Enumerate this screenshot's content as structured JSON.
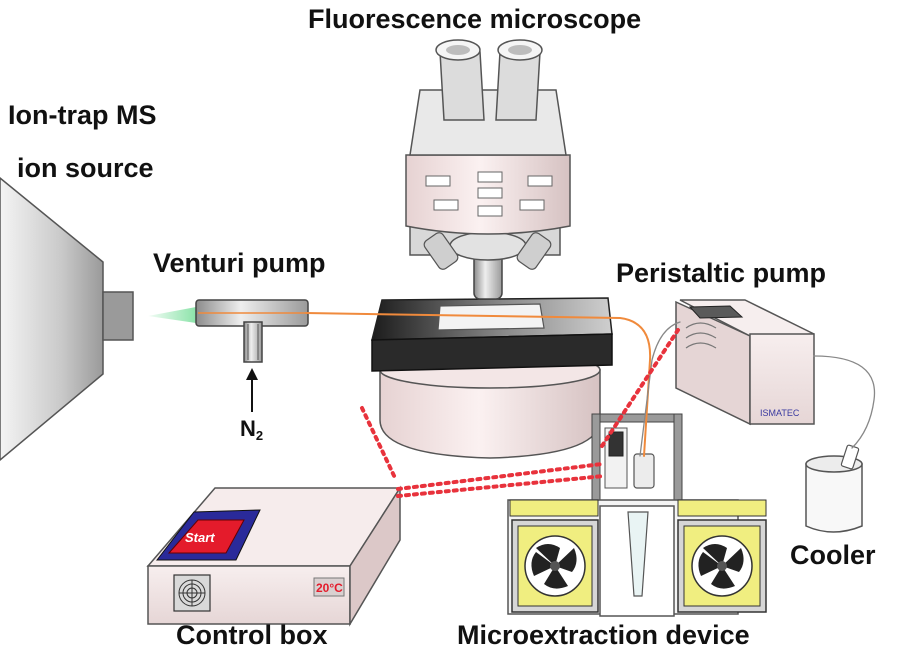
{
  "labels": {
    "microscope": "Fluorescence microscope",
    "ion_trap_line1": "Ion-trap MS",
    "ion_trap_line2": "ion source",
    "venturi": "Venturi pump",
    "peristaltic": "Peristaltic pump",
    "n2": "N",
    "n2_sub": "2",
    "cooler": "Cooler",
    "control_box": "Control box",
    "microextraction": "Microextraction device",
    "start_button": "Start",
    "temperature": "20°C",
    "brand": "ISMATEC"
  },
  "colors": {
    "tubing": "#f08a3c",
    "dotted_link": "#e8323c",
    "spray": "#7fe0a0",
    "start_panel": "#2a2a9a",
    "start_button": "#e41b2b",
    "fan_yellow": "#f0ee80"
  }
}
